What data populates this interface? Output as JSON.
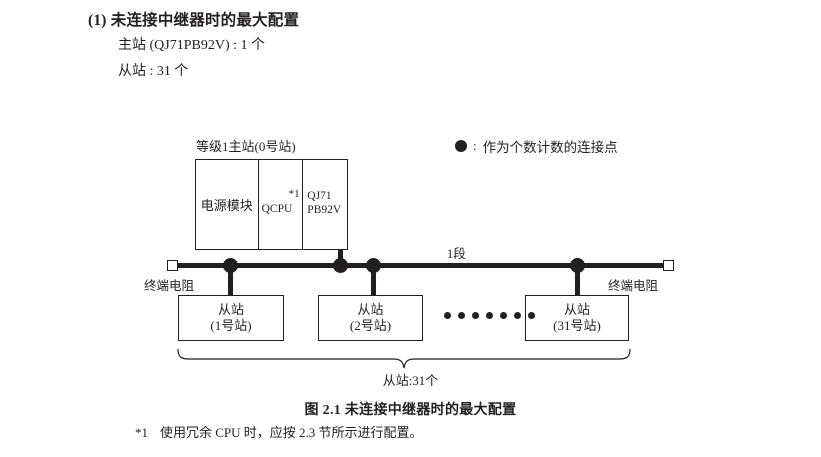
{
  "heading": "(1) 未连接中继器时的最大配置",
  "spec_lines": {
    "master": "主站 (QJ71PB92V) : 1 个",
    "slave": "从站 : 31 个"
  },
  "legend": {
    "symbol": "●",
    "colon": ":",
    "text": "作为个数计数的连接点"
  },
  "diagram": {
    "master_label": "等级1主站(0号站)",
    "master_cells": {
      "power": "电源模块",
      "cpu": "QCPU",
      "cpu_note": "*1",
      "network_line1": "QJ71",
      "network_line2": "PB92V"
    },
    "segment_label": "1段",
    "terminator_left": "终端电阻",
    "terminator_right": "终端电阻",
    "slaves": [
      {
        "title": "从站",
        "station": "(1号站)"
      },
      {
        "title": "从站",
        "station": "(2号站)"
      },
      {
        "title": "从站",
        "station": "(31号站)"
      }
    ],
    "ellipsis_dot_count": 7,
    "brace_label": "从站:31个"
  },
  "figure_caption": "图 2.1  未连接中继器时的最大配置",
  "footnote": {
    "mark": "*1",
    "text": "使用冗余 CPU 时，应按 2.3 节所示进行配置。"
  },
  "colors": {
    "ink": "#231f20",
    "background": "#ffffff"
  }
}
